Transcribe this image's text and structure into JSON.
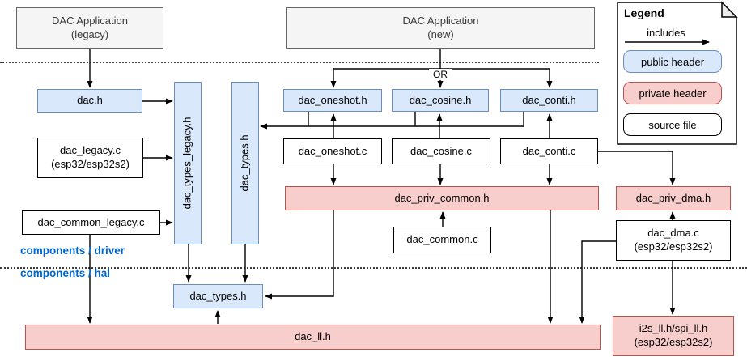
{
  "or_label": "OR",
  "layer_labels": {
    "driver": "components / driver",
    "hal": "components / hal"
  },
  "apps": {
    "legacy": {
      "line1": "DAC Application",
      "line2": "(legacy)"
    },
    "new": {
      "line1": "DAC Application",
      "line2": "(new)"
    }
  },
  "nodes": {
    "dac_h": "dac.h",
    "dac_types_legacy_h": "dac_types_legacy.h",
    "dac_types_h_driver": "dac_types.h",
    "dac_oneshot_h": "dac_oneshot.h",
    "dac_cosine_h": "dac_cosine.h",
    "dac_conti_h": "dac_conti.h",
    "dac_legacy_c": {
      "line1": "dac_legacy.c",
      "line2": "(esp32/esp32s2)"
    },
    "dac_oneshot_c": "dac_oneshot.c",
    "dac_cosine_c": "dac_cosine.c",
    "dac_conti_c": "dac_conti.c",
    "dac_common_legacy_c": "dac_common_legacy.c",
    "dac_priv_common_h": "dac_priv_common.h",
    "dac_priv_dma_h": "dac_priv_dma.h",
    "dac_common_c": "dac_common.c",
    "dac_dma_c": {
      "line1": "dac_dma.c",
      "line2": "(esp32/esp32s2)"
    },
    "dac_types_h_hal": "dac_types.h",
    "dac_ll_h": "dac_ll.h",
    "i2s_spi_ll_h": {
      "line1": "i2s_ll.h/spi_ll.h",
      "line2": "(esp32/esp32s2)"
    }
  },
  "legend": {
    "title": "Legend",
    "includes_label": "includes",
    "public_header": "public header",
    "private_header": "private header",
    "source_file": "source file"
  },
  "colors": {
    "public_header_fill": "#dae8fc",
    "public_header_stroke": "#6c8ebf",
    "private_header_fill": "#f8cecc",
    "private_header_stroke": "#b85450",
    "app_fill": "#f5f5f5",
    "app_stroke": "#666666",
    "source_fill": "#ffffff",
    "source_stroke": "#000000",
    "layer_label_color": "#0066cc",
    "edge_color": "#000000"
  }
}
